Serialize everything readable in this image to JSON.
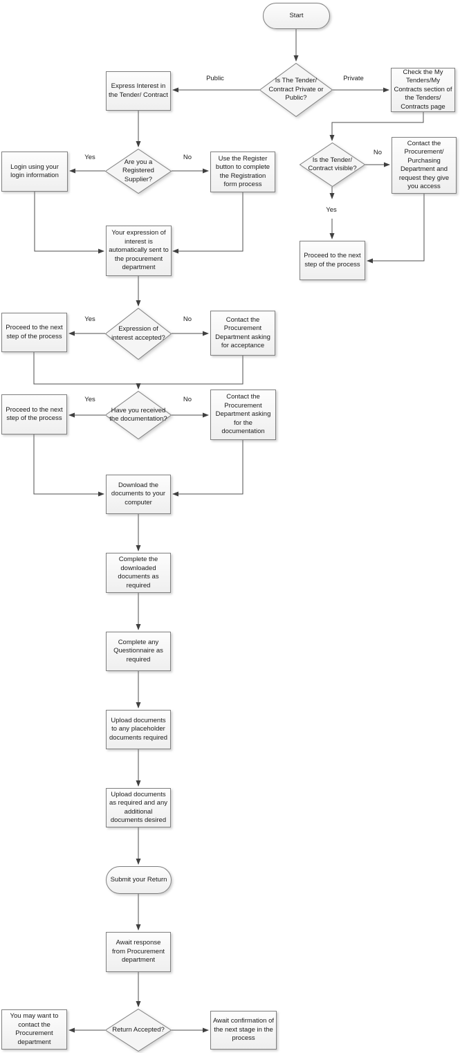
{
  "diagram": {
    "nodes": {
      "start": {
        "type": "terminator",
        "text": "Start"
      },
      "tender_private_or_public": {
        "type": "decision",
        "text": "Is The Tender/ Contract Private or Public?"
      },
      "express_interest": {
        "type": "process",
        "text": "Express Interest in the Tender/ Contract"
      },
      "check_my_tenders": {
        "type": "process",
        "text": "Check the My Tenders/My Contracts section of the Tenders/ Contracts page"
      },
      "registered_supplier": {
        "type": "decision",
        "text": "Are you a Registered Supplier?"
      },
      "login": {
        "type": "process",
        "text": "Login using your login information"
      },
      "use_register_button": {
        "type": "process",
        "text": "Use the Register button to complete the Registration form process"
      },
      "tender_visible": {
        "type": "decision",
        "text": "Is the Tender/ Contract visible?"
      },
      "contact_request_access": {
        "type": "process",
        "text": "Contact the Procurement/ Purchasing Department and request they give you access"
      },
      "proceed_next_step_visible": {
        "type": "process",
        "text": "Proceed to the next step of the process"
      },
      "expression_sent": {
        "type": "process",
        "text": "Your expression of interest is automatically sent to the procurement department"
      },
      "expression_accepted": {
        "type": "decision",
        "text": "Expression of interest accepted?"
      },
      "proceed_next_step_accepted": {
        "type": "process",
        "text": "Proceed to the next step of the process"
      },
      "contact_for_acceptance": {
        "type": "process",
        "text": "Contact the Procurement Department asking for acceptance"
      },
      "received_documentation": {
        "type": "decision",
        "text": "Have you received the documentation?"
      },
      "proceed_next_step_documentation": {
        "type": "process",
        "text": "Proceed to the next step of the process"
      },
      "contact_for_documentation": {
        "type": "process",
        "text": "Contact the Procurement Department asking for the documentation"
      },
      "download_documents": {
        "type": "process",
        "text": "Download the documents to your computer"
      },
      "complete_downloaded": {
        "type": "process",
        "text": "Complete the downloaded documents as required"
      },
      "complete_questionnaire": {
        "type": "process",
        "text": "Complete any Questionnaire as required"
      },
      "upload_placeholder": {
        "type": "process",
        "text": "Upload documents to any placeholder documents required"
      },
      "upload_additional": {
        "type": "process",
        "text": "Upload documents as required and any additional documents desired"
      },
      "submit_return": {
        "type": "terminator",
        "text": "Submit your Return"
      },
      "await_response": {
        "type": "process",
        "text": "Await response from Procurement department"
      },
      "return_accepted": {
        "type": "decision",
        "text": "Return Accepted?"
      },
      "contact_procurement": {
        "type": "process",
        "text": "You may want to contact the Procurement department"
      },
      "await_confirmation": {
        "type": "process",
        "text": "Await confirmation of the next stage in the process"
      }
    },
    "edge_labels": {
      "public": "Public",
      "private": "Private",
      "yes": "Yes",
      "no": "No"
    },
    "colors": {
      "shape_border": "#7f7f7f",
      "shape_fill": "#f5f5f5",
      "connector": "#4d4d4d",
      "text": "#1a1a1a",
      "background": "#ffffff"
    }
  }
}
